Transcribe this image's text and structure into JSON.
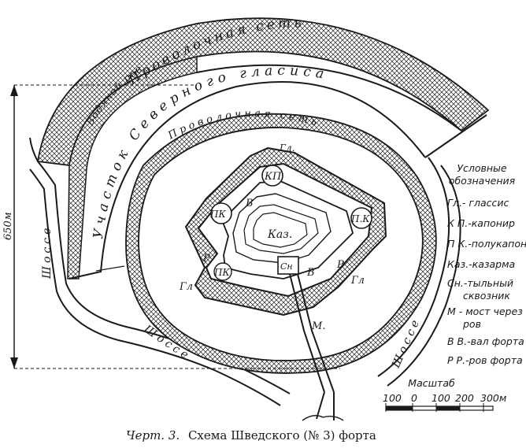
{
  "caption": {
    "label": "Черт. 3.",
    "title": "Схема Шведского (№ 3) форта"
  },
  "labels": {
    "wire_outer": "Проволочная сеть",
    "wire_inner": "Проволочная сеть",
    "water_moat": "Водяной ров",
    "glacis_section": "Участок Северного гласиса",
    "road_left": "Шоссе",
    "road_bottom": "Шоссе",
    "road_right": "Шоссе",
    "dimension": "650м",
    "gl_top": "Гл.",
    "gl_left": "Гл",
    "gl_right": "Гл",
    "kp": "КП",
    "pk_left": "ПК",
    "pk_right": "П.К",
    "pk_lower": "ПК",
    "v_top": "В",
    "v_bottom": "В",
    "r_left": "Р",
    "r_right": "Р",
    "kaz": "Каз.",
    "sn": "Сн",
    "m": "М."
  },
  "legend": {
    "title": [
      "Условные",
      "обозначения"
    ],
    "items": [
      [
        "Гл.- глассис"
      ],
      [
        "К П.-капонир"
      ],
      [
        "П К.-полукапонир"
      ],
      [
        "Каз.-казарма"
      ],
      [
        "Сн.-тыльный",
        "сквозник"
      ],
      [
        "М - мост через",
        "ров"
      ],
      [
        "В В.-вал форта"
      ],
      [
        "Р Р.-ров форта"
      ]
    ]
  },
  "scale": {
    "title": "Масштаб",
    "ticks": [
      "100",
      "0",
      "100",
      "200",
      "300м"
    ]
  }
}
